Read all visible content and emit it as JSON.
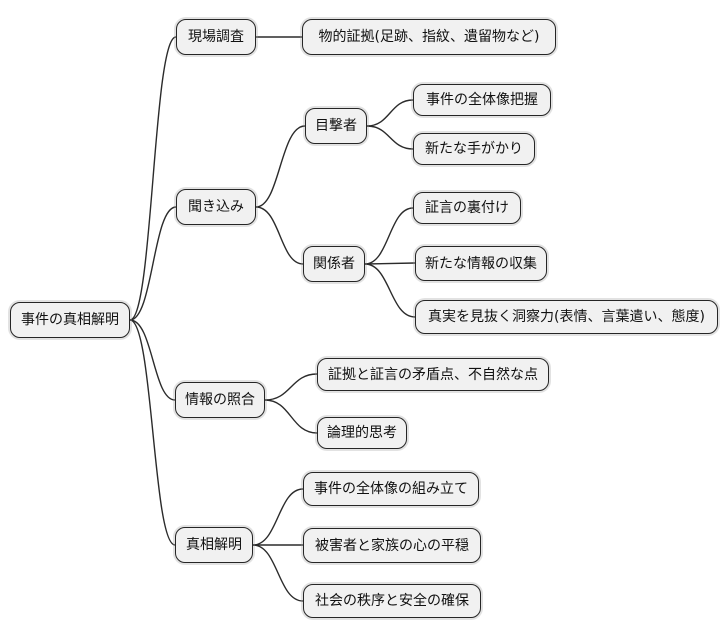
{
  "mindmap": {
    "root": {
      "label": "事件の真相解明"
    },
    "branches": [
      {
        "label": "現場調査",
        "children": [
          {
            "label": "物的証拠(足跡、指紋、遺留物など)"
          }
        ]
      },
      {
        "label": "聞き込み",
        "children": [
          {
            "label": "目撃者",
            "children": [
              {
                "label": "事件の全体像把握"
              },
              {
                "label": "新たな手がかり"
              }
            ]
          },
          {
            "label": "関係者",
            "children": [
              {
                "label": "証言の裏付け"
              },
              {
                "label": "新たな情報の収集"
              },
              {
                "label": "真実を見抜く洞察力(表情、言葉遣い、態度)"
              }
            ]
          }
        ]
      },
      {
        "label": "情報の照合",
        "children": [
          {
            "label": "証拠と証言の矛盾点、不自然な点"
          },
          {
            "label": "論理的思考"
          }
        ]
      },
      {
        "label": "真相解明",
        "children": [
          {
            "label": "事件の全体像の組み立て"
          },
          {
            "label": "被害者と家族の心の平穏"
          },
          {
            "label": "社会の秩序と安全の確保"
          }
        ]
      }
    ]
  },
  "colors": {
    "background": "#ffffff",
    "node_fill": "#f1f1f1",
    "node_border": "#262626",
    "edge": "#2b2b2b",
    "text": "#111111"
  }
}
